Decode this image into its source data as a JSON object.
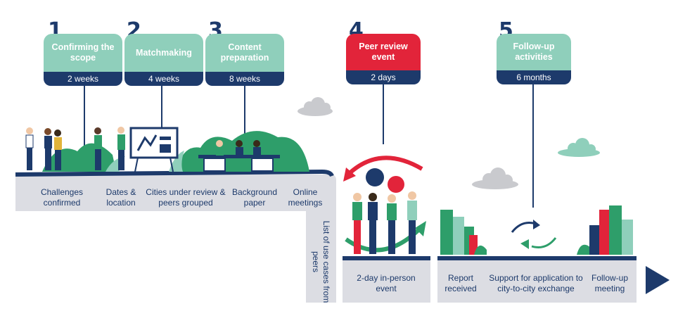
{
  "colors": {
    "navy": "#1d3a6b",
    "teal": "#8fcfbb",
    "red": "#e2243a",
    "green": "#2e9e6a",
    "grey_band": "#dcdde3"
  },
  "steps": [
    {
      "number": "1",
      "title": "Confirming the scope",
      "duration": "2 weeks"
    },
    {
      "number": "2",
      "title": "Matchmaking",
      "duration": "4 weeks"
    },
    {
      "number": "3",
      "title": "Content preparation",
      "duration": "8 weeks"
    },
    {
      "number": "4",
      "title": "Peer review event",
      "duration": "2 days"
    },
    {
      "number": "5",
      "title": "Follow-up activities",
      "duration": "6 months"
    }
  ],
  "timeline_labels": {
    "challenges": "Challenges confirmed",
    "dates": "Dates & location",
    "cities": "Cities under review & peers grouped",
    "background": "Background paper",
    "online": "Online meetings",
    "use_cases": "List of use cases from peers",
    "event": "2-day in-person event",
    "report": "Report received",
    "support": "Support for application to city-to-city exchange",
    "followup": "Follow-up meeting"
  }
}
